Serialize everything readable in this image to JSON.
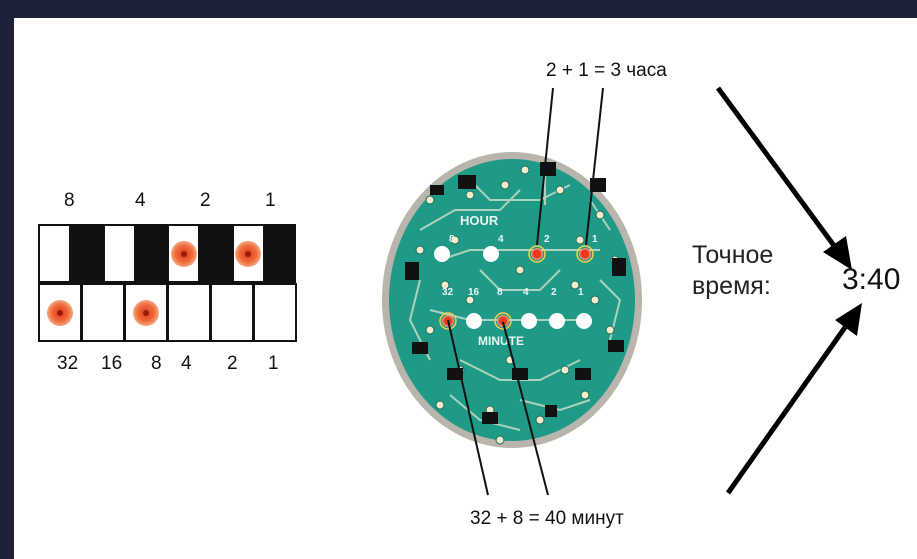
{
  "binary_grid": {
    "top_weights": [
      "8",
      "4",
      "2",
      "1"
    ],
    "bottom_weights": [
      "32",
      "16",
      "8",
      "4",
      "2",
      "1"
    ],
    "hour_bits": [
      0,
      0,
      1,
      1
    ],
    "minute_bits": [
      1,
      0,
      1,
      0,
      0,
      0
    ]
  },
  "pcb": {
    "hour_label": "HOUR",
    "minute_label": "MINUTE",
    "hour_led_labels": [
      "8",
      "4",
      "2",
      "1"
    ],
    "minute_led_labels": [
      "32",
      "16",
      "8",
      "4",
      "2",
      "1"
    ],
    "colors": {
      "board": "#1f9a86",
      "rim": "#b9b4ac",
      "led_on": "#e33a1e",
      "led_off": "#ffffff"
    }
  },
  "annotations": {
    "hour_equation": "2  + 1  = 3 часа",
    "minute_equation": "32 +  8   =  40 минут",
    "exact_time_label_line1": "Точное",
    "exact_time_label_line2": "время:",
    "time_value": "3:40"
  }
}
